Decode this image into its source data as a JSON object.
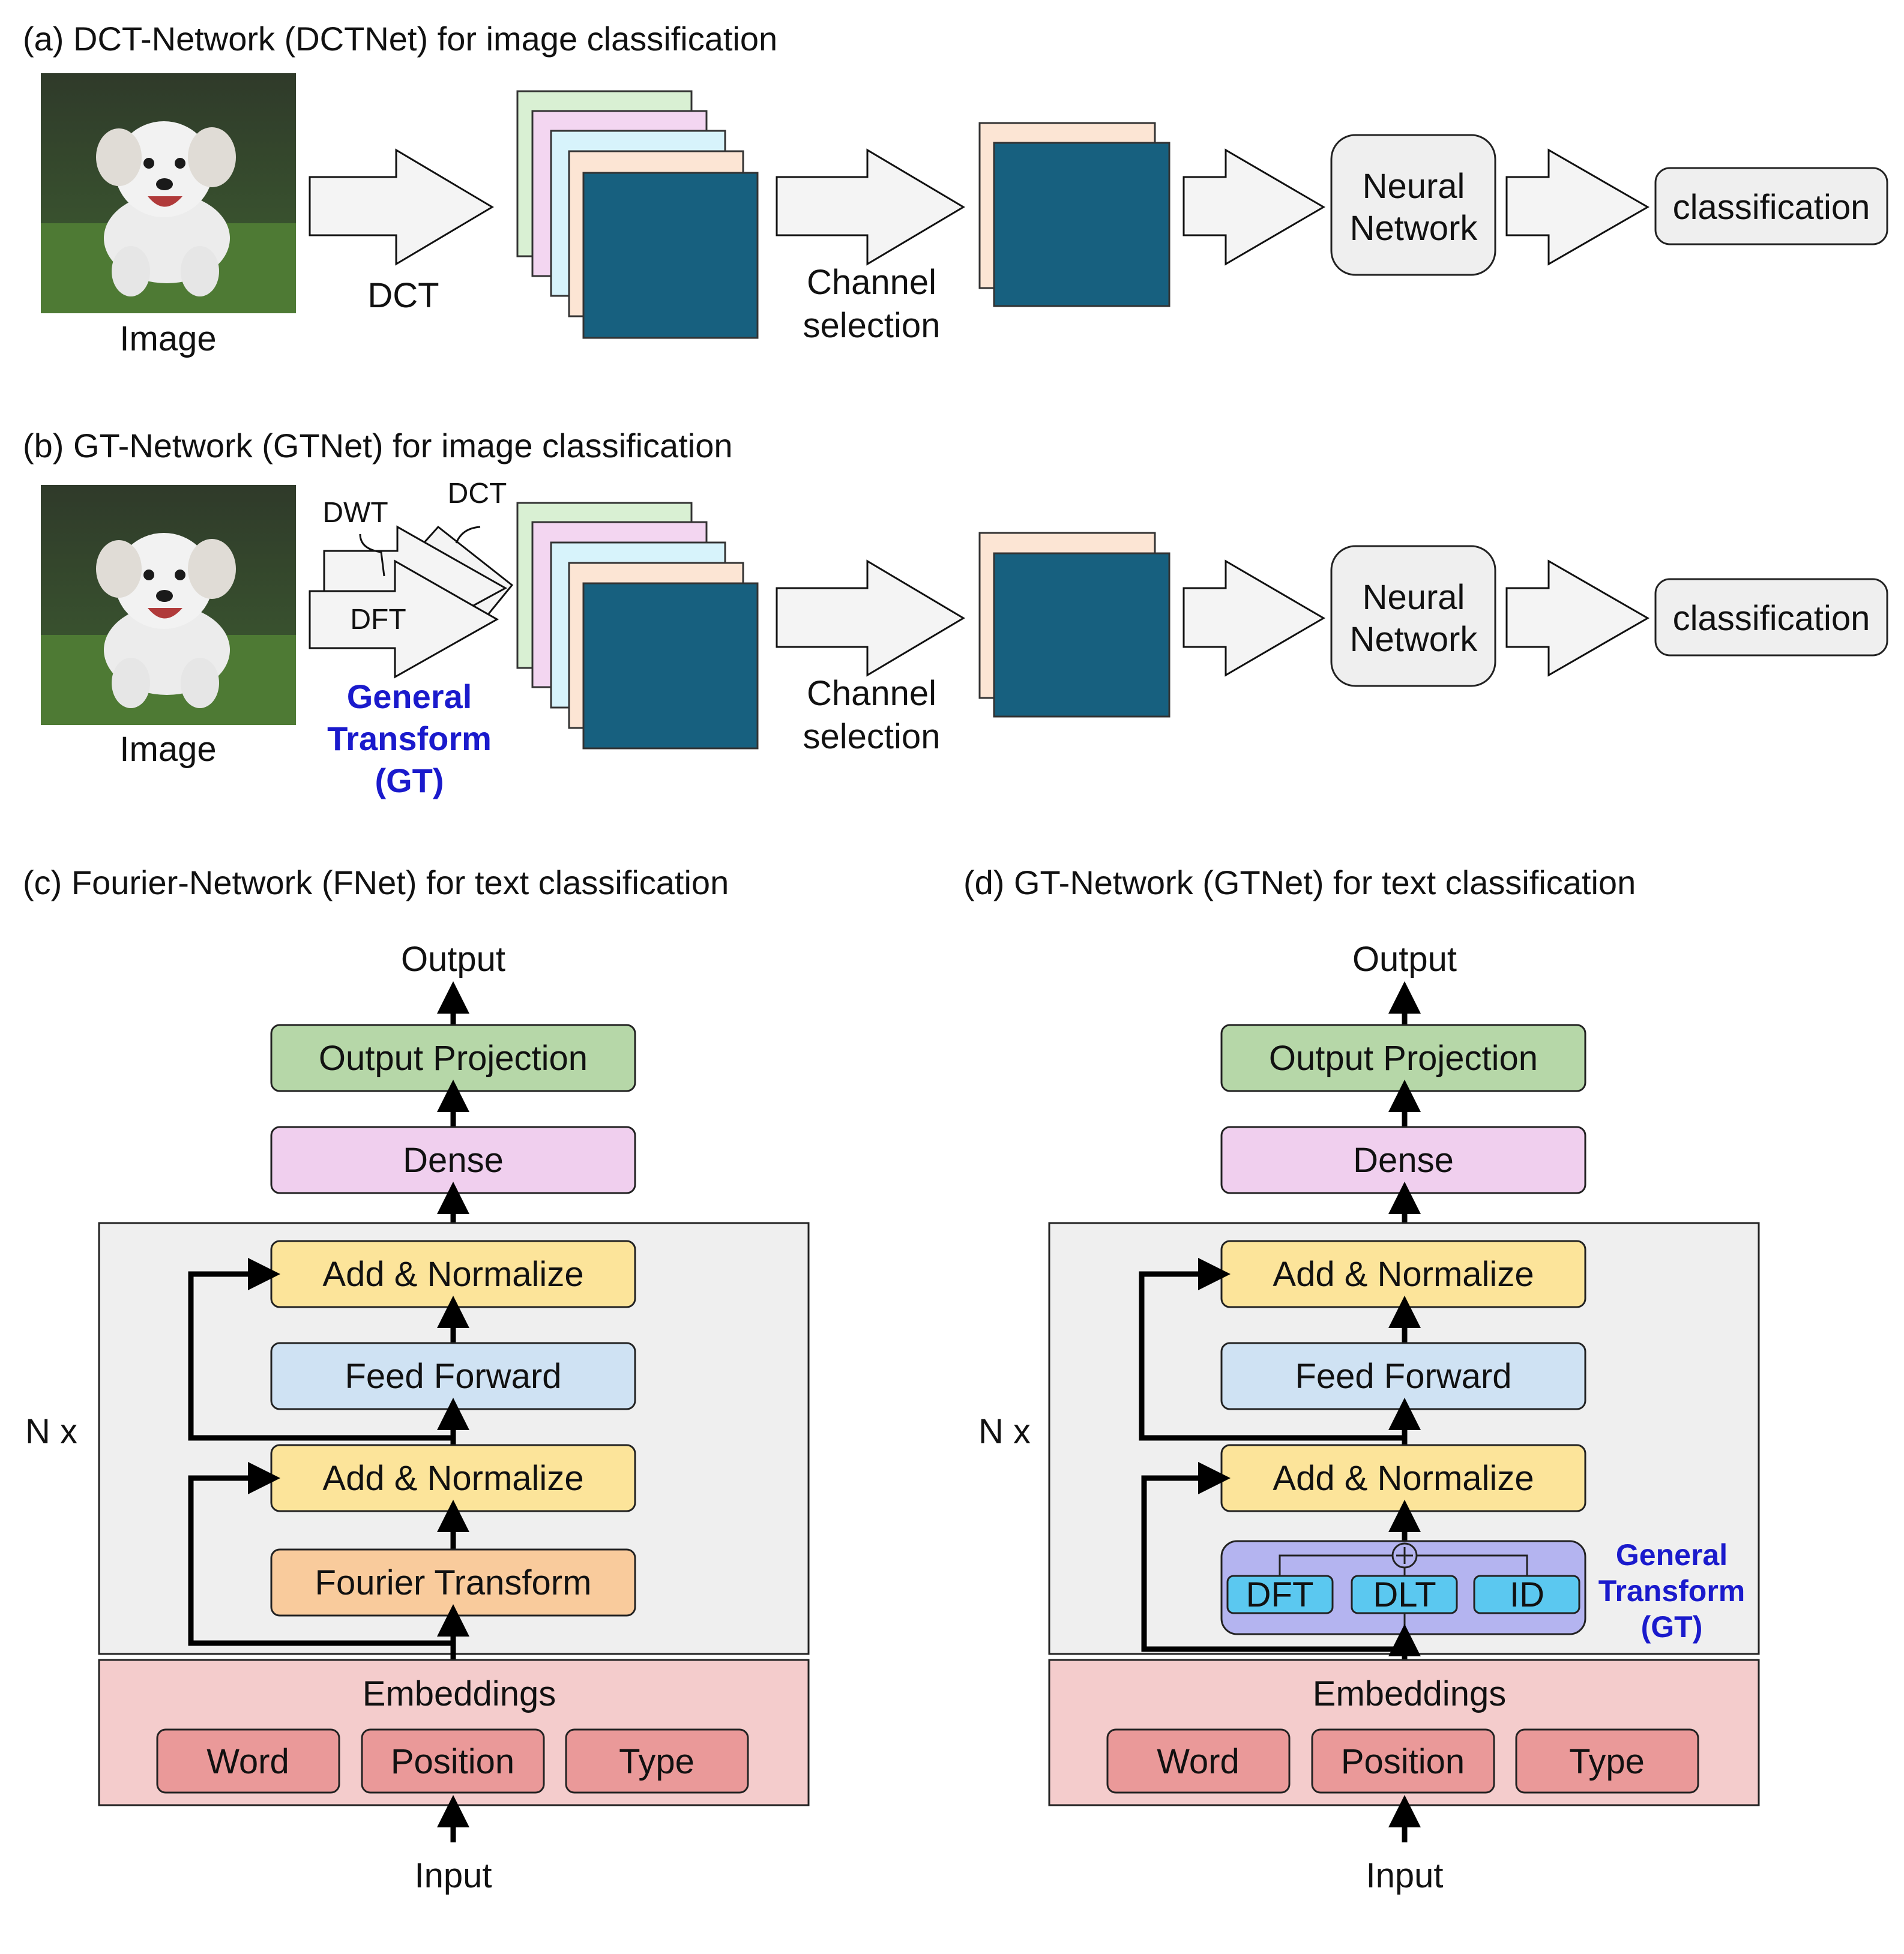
{
  "panels": {
    "a": {
      "title": "(a) DCT-Network (DCTNet) for image classification",
      "image_label": "Image",
      "transform_label": "DCT",
      "selection_label": [
        "Channel",
        "selection"
      ],
      "network_label": [
        "Neural",
        "Network"
      ],
      "output_label": "classification"
    },
    "b": {
      "title": "(b) GT-Network (GTNet) for image classification",
      "image_label": "Image",
      "transform_labels": {
        "dwt": "DWT",
        "dct": "DCT",
        "dft": "DFT"
      },
      "gt_label": [
        "General",
        "Transform",
        "(GT)"
      ],
      "selection_label": [
        "Channel",
        "selection"
      ],
      "network_label": [
        "Neural",
        "Network"
      ],
      "output_label": "classification"
    },
    "c": {
      "title": "(c) Fourier-Network (FNet) for text classification",
      "output": "Output",
      "input": "Input",
      "repeat": "N x",
      "blocks": {
        "output_projection": "Output Projection",
        "dense": "Dense",
        "add_norm_top": "Add & Normalize",
        "feed_forward": "Feed Forward",
        "add_norm_bottom": "Add & Normalize",
        "fourier": "Fourier Transform"
      },
      "embeddings": {
        "title": "Embeddings",
        "word": "Word",
        "position": "Position",
        "type": "Type"
      }
    },
    "d": {
      "title": "(d) GT-Network (GTNet) for text classification",
      "output": "Output",
      "input": "Input",
      "repeat": "N x",
      "blocks": {
        "output_projection": "Output Projection",
        "dense": "Dense",
        "add_norm_top": "Add & Normalize",
        "feed_forward": "Feed Forward",
        "add_norm_bottom": "Add & Normalize"
      },
      "gt_sub": {
        "dft": "DFT",
        "dlt": "DLT",
        "id": "ID"
      },
      "gt_label": [
        "General",
        "Transform",
        "(GT)"
      ],
      "embeddings": {
        "title": "Embeddings",
        "word": "Word",
        "position": "Position",
        "type": "Type"
      }
    }
  },
  "colors": {
    "output_projection": "#b6d7a8",
    "dense": "#f0cfee",
    "add_norm": "#fce49a",
    "feed_forward": "#cfe2f3",
    "fourier": "#f9cb9c",
    "embeddings_bg": "#f4cccc",
    "embedding_item": "#ea9999",
    "gt_box": "#b4b4f0",
    "gt_sub": "#5bc8f0",
    "layer_bg": "#efefef",
    "rounded_box": "#efefef",
    "feature_dark": "#17607f",
    "feature_peach": "#fce5d4",
    "feature_cyan": "#d7f3fb",
    "feature_pink": "#f3d6f1",
    "feature_green": "#d9f0d3",
    "gt_text": "#1a1acc"
  }
}
